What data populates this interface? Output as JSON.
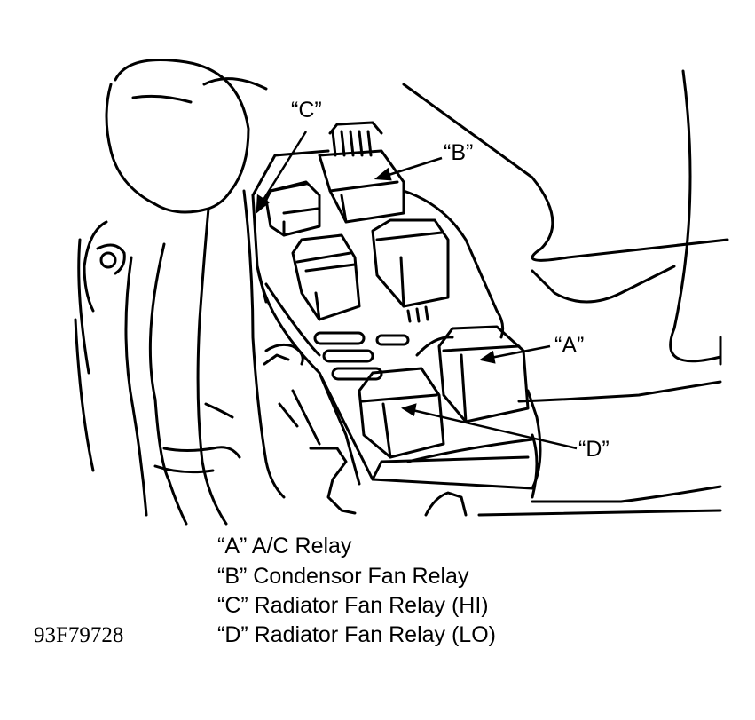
{
  "callouts": {
    "a": "“A”",
    "b": "“B”",
    "c": "“C”",
    "d": "“D”"
  },
  "legend": [
    "“A” A/C Relay",
    "“B” Condensor Fan Relay",
    "“C” Radiator Fan Relay (HI)",
    "“D” Radiator Fan Relay (LO)"
  ],
  "figure_id": "93F79728"
}
